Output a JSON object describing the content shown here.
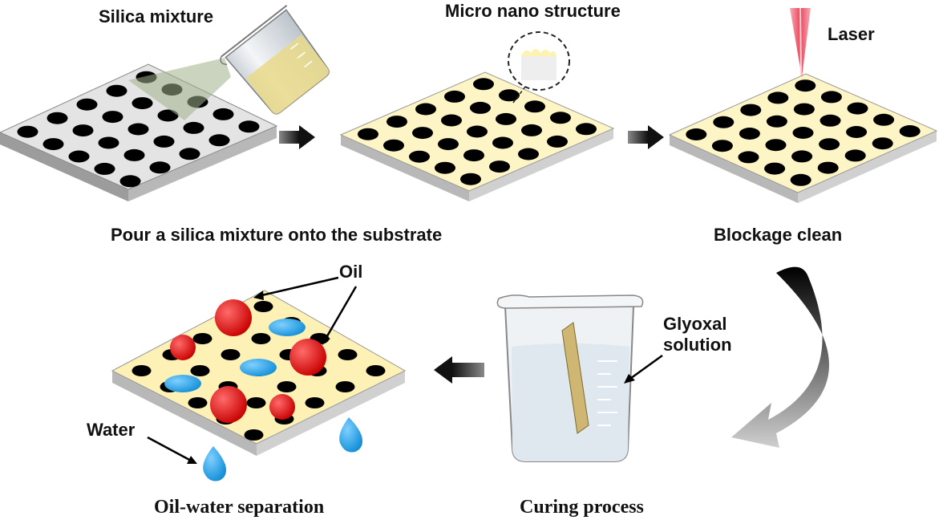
{
  "labels": {
    "silica_mixture": "Silica mixture",
    "micro_nano_structure": "Micro nano structure",
    "laser": "Laser",
    "pour_step": "Pour a silica mixture onto the substrate",
    "blockage_clean": "Blockage clean",
    "oil": "Oil",
    "water": "Water",
    "glyoxal_line1": "Glyoxal",
    "glyoxal_line2": "solution",
    "oil_water_separation": "Oil-water separation",
    "curing_process": "Curing process"
  },
  "colors": {
    "substrate_gray": "#e4e4e4",
    "substrate_coated": "#fdf5c6",
    "hole": "#000000",
    "oil_drop": "#e01010",
    "water_drop": "#2aa6ea",
    "laser": "#e8334a",
    "arrow": "#1a1a1a",
    "beaker_liquid": "#dfe7ef",
    "silica_liquid": "#e9d98a"
  },
  "icons": [
    "beaker-icon",
    "laser-beam-icon",
    "magnifier-bubble-icon",
    "curved-arrow-icon",
    "droplet-icon"
  ]
}
